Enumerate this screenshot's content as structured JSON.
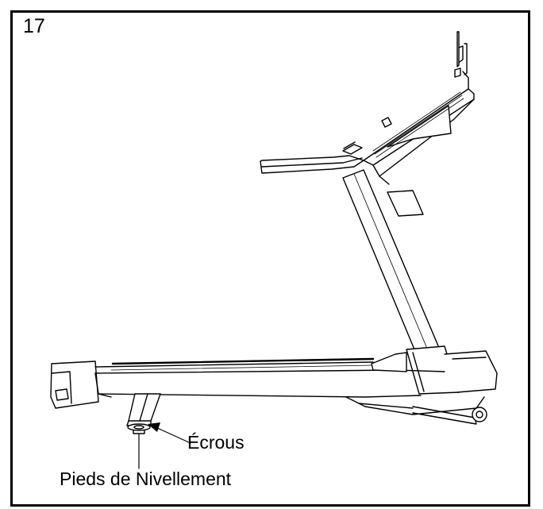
{
  "step_number": "17",
  "labels": {
    "nuts": "Écrous",
    "leveling_feet": "Pieds de Nivellement"
  },
  "colors": {
    "line": "#000000",
    "background": "#ffffff"
  }
}
